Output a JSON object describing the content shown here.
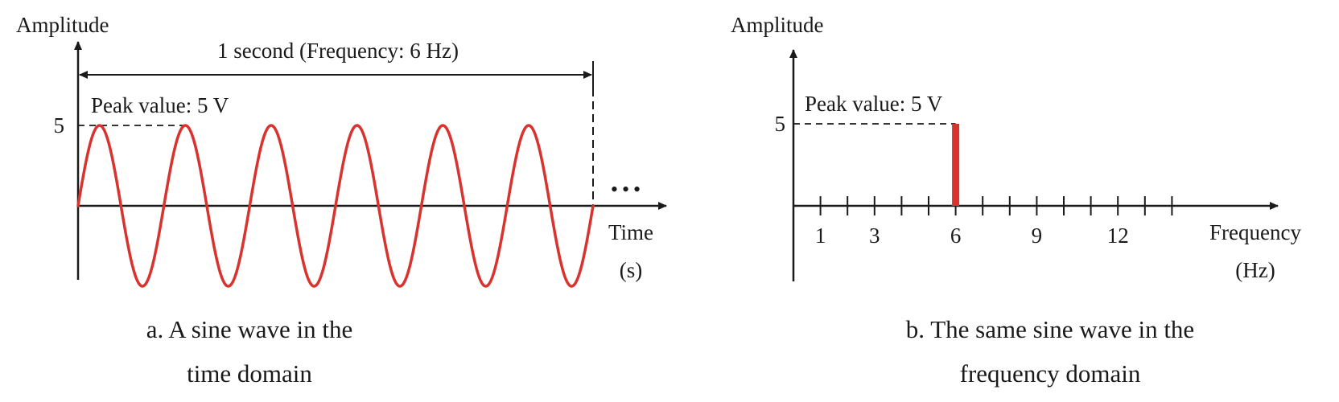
{
  "colors": {
    "signal": "#d8332f",
    "ink": "#1a1a1a"
  },
  "time_panel": {
    "ylabel": "Amplitude",
    "xlabel_line1": "Time",
    "xlabel_line2": "(s)",
    "y_tick": "5",
    "span_label": "1 second (Frequency: 6 Hz)",
    "peak_label": "Peak value: 5 V",
    "continuation": "•••",
    "caption_line1": "a. A sine wave in the",
    "caption_line2": "time domain"
  },
  "frequency_panel": {
    "ylabel": "Amplitude",
    "xlabel_line1": "Frequency",
    "xlabel_line2": "(Hz)",
    "y_tick": "5",
    "peak_label": "Peak value: 5 V",
    "caption_line1": "b. The same sine wave in the",
    "caption_line2": "frequency domain"
  },
  "chart_data": [
    {
      "type": "line",
      "function": "sine",
      "frequency_hz": 6,
      "amplitude_v": 5,
      "duration_s": 1,
      "xlabel": "Time (s)",
      "ylabel": "Amplitude",
      "ylim": [
        -5,
        5
      ],
      "grid": false
    },
    {
      "type": "bar",
      "x": [
        6
      ],
      "values": [
        5
      ],
      "x_tick_labels": [
        "1",
        "3",
        "6",
        "9",
        "12"
      ],
      "x_tick_values": [
        1,
        3,
        6,
        9,
        12
      ],
      "x_tick_marks": [
        1,
        2,
        3,
        4,
        5,
        6,
        7,
        8,
        9,
        10,
        11,
        12,
        13,
        14
      ],
      "xlabel": "Frequency (Hz)",
      "ylabel": "Amplitude",
      "ylim": [
        0,
        5
      ],
      "grid": false
    }
  ]
}
